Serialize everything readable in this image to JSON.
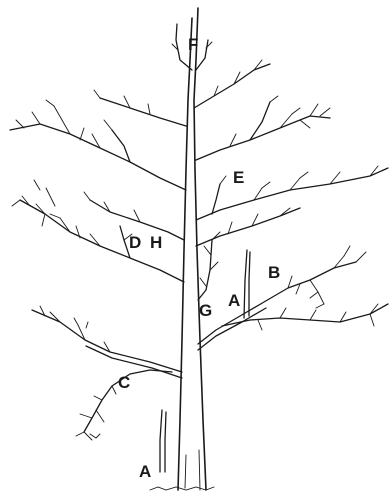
{
  "diagram": {
    "labels": {
      "A_bottom": "A",
      "A_right": "A",
      "B": "B",
      "C": "C",
      "D": "D",
      "E": "E",
      "F": "F",
      "G": "G",
      "H": "H"
    }
  }
}
